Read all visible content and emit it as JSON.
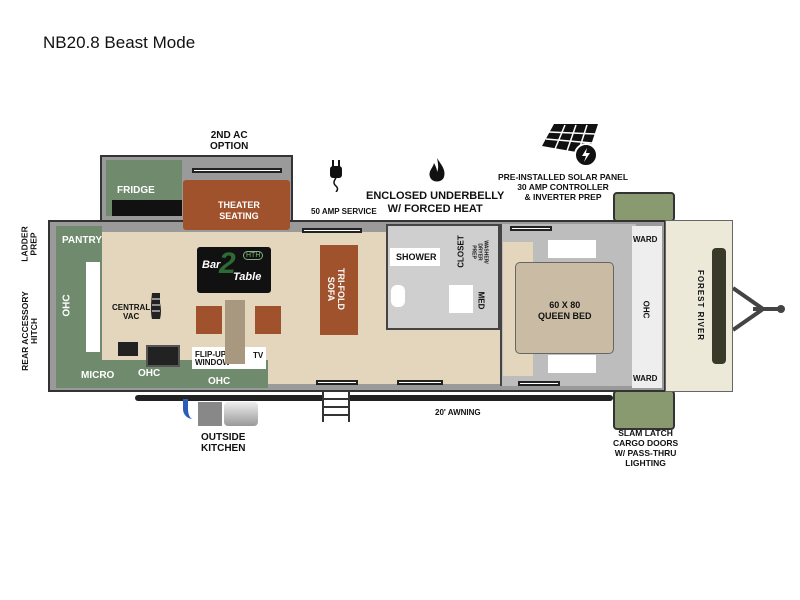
{
  "title": "NB20.8 Beast Mode",
  "callouts": {
    "ac": "2ND AC\nOPTION",
    "power": "50 AMP SERVICE",
    "underbelly": "ENCLOSED UNDERBELLY\nW/ FORCED HEAT",
    "solar": "PRE-INSTALLED SOLAR PANEL\n30 AMP CONTROLLER\n& INVERTER PREP",
    "ladder": "LADDER\nPREP",
    "hitch": "REAR ACCESSORY\nHITCH",
    "outside_kitchen": "OUTSIDE\nKITCHEN",
    "awning": "20' AWNING",
    "cargo": "SLAM LATCH\nCARGO DOORS\nW/ PASS-THRU\nLIGHTING"
  },
  "rooms": {
    "fridge": "FRIDGE",
    "theater": "THEATER\nSEATING",
    "pantry": "PANTRY",
    "ohc_rear": "OHC",
    "central_vac": "CENTRAL\nVAC",
    "micro": "MICRO",
    "ohc_kitchen": "OHC",
    "ohc_side": "OHC",
    "flip_up": "FLIP-UP\nWINDOW",
    "tv": "TV",
    "sofa": "TRI-FOLD\nSOFA",
    "shower": "SHOWER",
    "closet": "CLOSET",
    "washer": "WASHER/\nDRYER\nPREP",
    "med": "MED",
    "bed": "60 X 80\nQUEEN BED",
    "ward_top": "WARD",
    "ward_bottom": "WARD",
    "ohc_front": "OHC",
    "brand": "FOREST RIVER"
  },
  "logo": {
    "main": "Bar",
    "num": "2",
    "table": "Table",
    "badge": "HTH"
  },
  "icons": [
    "plug-icon",
    "flame-icon",
    "solar-panel-icon",
    "boot-icon"
  ]
}
